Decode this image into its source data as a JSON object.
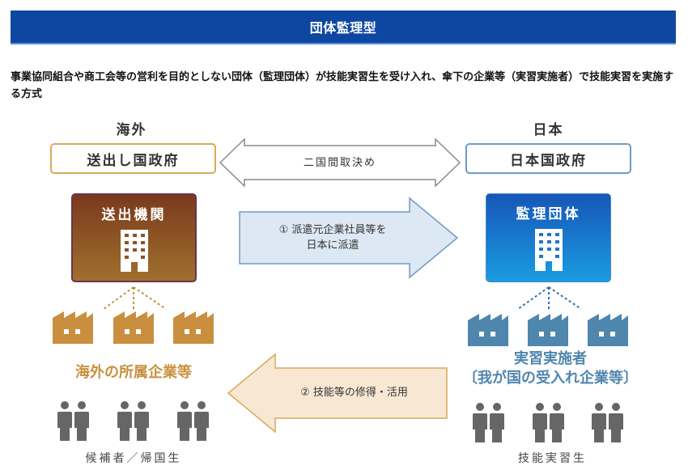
{
  "header": {
    "title": "団体監理型"
  },
  "description": "事業協同組合や商工会等の営利を目的としない団体（監理団体）が技能実習生を受け入れ、傘下の企業等（実習実施者）で技能実習を実施する方式",
  "diagram": {
    "left": {
      "region": "海外",
      "government": "送出し国政府",
      "organization": "送出機関",
      "companies_label": "海外の所属企業等",
      "people_label": "候補者／帰国生",
      "icons": {
        "organization": "building-icon",
        "company": "factory-icon",
        "people": "people-icon"
      }
    },
    "right": {
      "region": "日本",
      "government": "日本国政府",
      "organization": "監理団体",
      "companies_label_line1": "実習実施者",
      "companies_label_line2": "〔我が国の受入れ企業等〕",
      "people_label": "技能実習生",
      "icons": {
        "organization": "building-icon",
        "company": "factory-icon",
        "people": "people-icon"
      }
    },
    "arrows": {
      "bilateral": "二国間取決め",
      "step1_line1": "① 派遣元企業社員等を",
      "step1_line2": "日本に派遣",
      "step2": "② 技能等の修得・活用"
    },
    "colors": {
      "header_bg": "#0e47a1",
      "left_accent": "#c98f3e",
      "left_org_top": "#7a3a1c",
      "left_org_bottom": "#a0702e",
      "right_accent": "#4f86ae",
      "right_org_top": "#1756b8",
      "right_org_bottom": "#1a9ce0",
      "arrow1_fill": "#dce8f3",
      "arrow2_fill": "#f8e8d3",
      "people": "#666666"
    }
  }
}
